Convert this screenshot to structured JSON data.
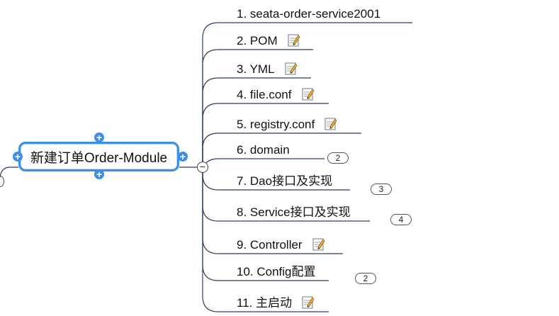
{
  "central_topic": {
    "label": "新建订单Order-Module",
    "expand_icons": [
      "+",
      "+",
      "+",
      "+"
    ],
    "collapse_symbol": "−"
  },
  "topics": [
    {
      "label": "1. seata-order-service2001",
      "note": false
    },
    {
      "label": "2. POM",
      "note": true
    },
    {
      "label": "3. YML",
      "note": true
    },
    {
      "label": "4. file.conf",
      "note": true
    },
    {
      "label": "5. registry.conf",
      "note": true
    },
    {
      "label": "6. domain",
      "note": false,
      "count": "2"
    },
    {
      "label": "7. Dao接口及实现",
      "note": false,
      "count": "3"
    },
    {
      "label": "8. Service接口及实现",
      "note": false,
      "count": "4"
    },
    {
      "label": "9. Controller",
      "note": true
    },
    {
      "label": "10. Config配置",
      "note": false,
      "count": "2"
    },
    {
      "label": "11. 主启动",
      "note": true
    }
  ],
  "colors": {
    "central_border": "#3d8fe6",
    "branch_line": "#2f3f5c"
  }
}
